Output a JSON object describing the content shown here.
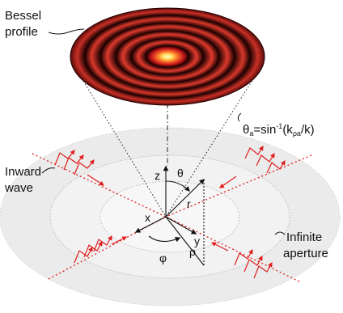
{
  "labels": {
    "bessel_profile": [
      "Bessel",
      "profile"
    ],
    "inward_wave": [
      "Inward",
      "wave"
    ],
    "infinite_aperture": [
      "Infinite",
      "aperture"
    ],
    "angle_formula": {
      "theta": "θ",
      "theta_sub": "a",
      "eq": "=sin",
      "exp": "-1",
      "paren_open": "(k",
      "k_sub": "ρa",
      "paren_close": "/k)"
    }
  },
  "axes": {
    "z": "z",
    "theta": "θ",
    "r": "r",
    "x": "x",
    "y": "y",
    "phi": "φ",
    "rho": "ρ"
  },
  "colors": {
    "aperture_fill": "#ececec",
    "aperture_inner": "#f4f4f4",
    "wave_red": "#e01e1e",
    "bessel_dark": "#140000",
    "bessel_bright": "#e63a2a",
    "bessel_center": "#fff2a0",
    "line_dark": "#111111"
  }
}
